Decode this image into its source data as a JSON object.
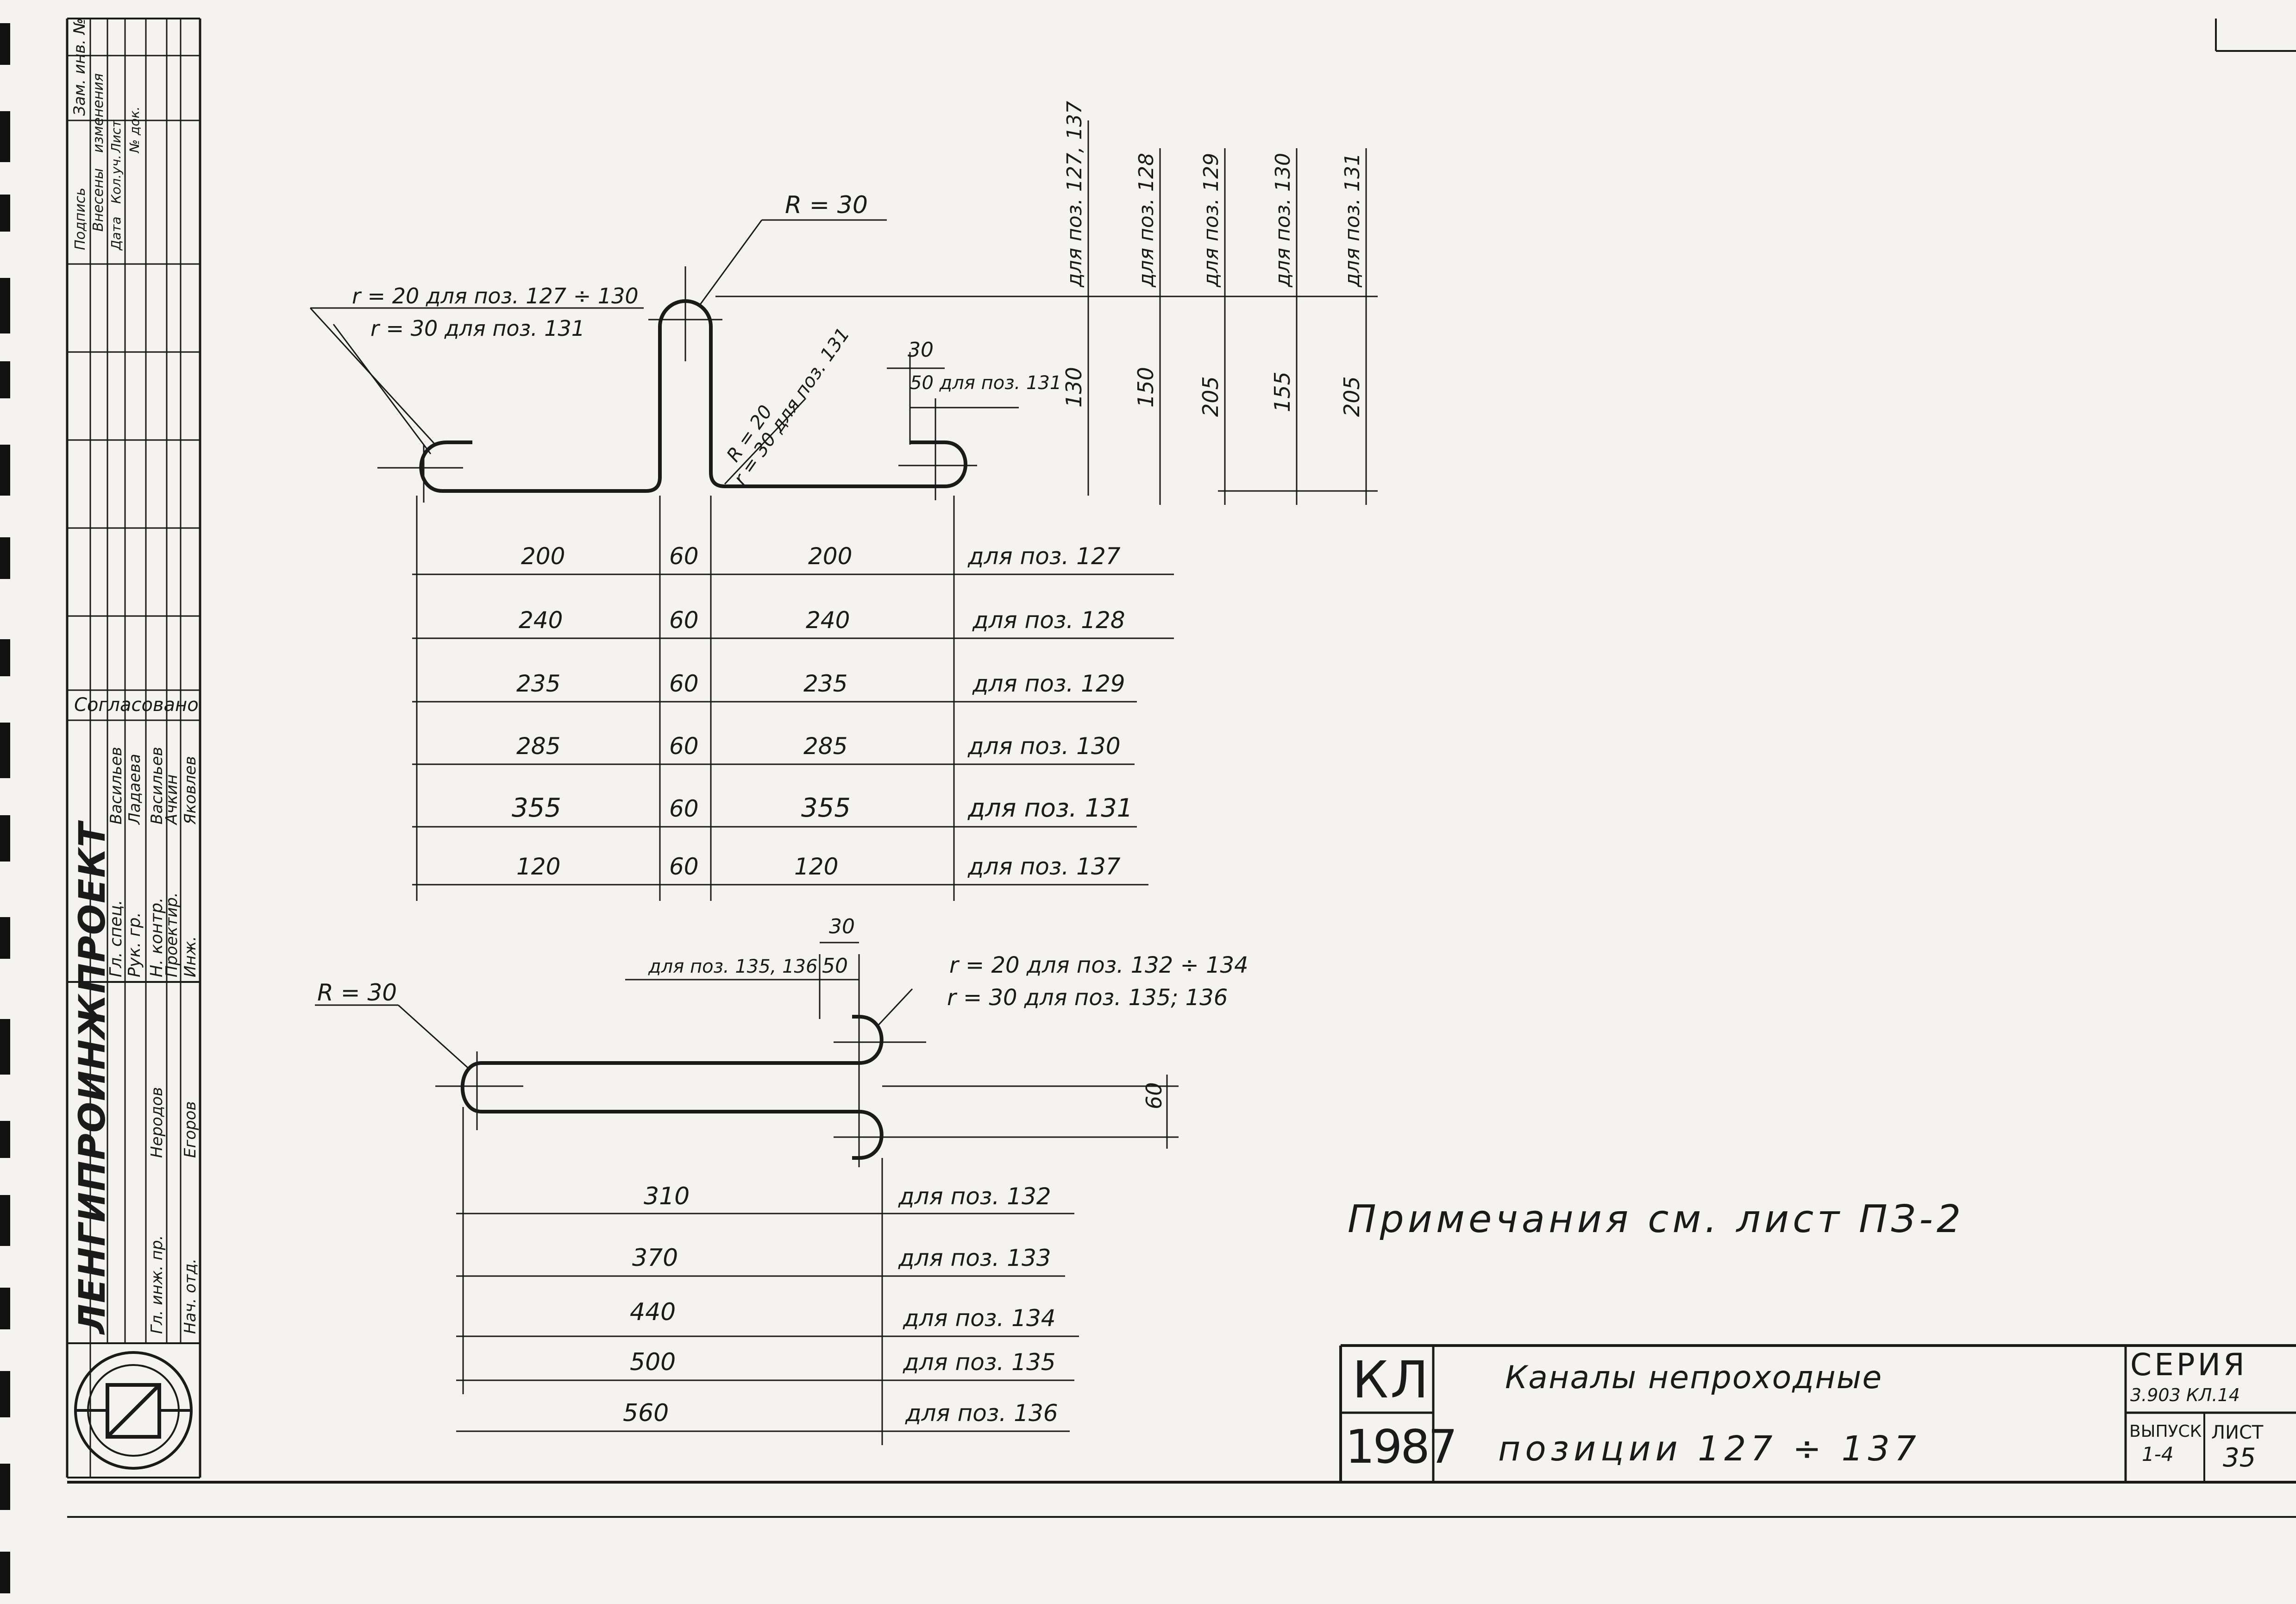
{
  "stamp": {
    "org": "ЛЕНГИПРОИНЖПРОЕКТ",
    "agreed_header": "Согласовано",
    "ref_label": "Зам. инв. №",
    "change_cols": [
      "Подпись",
      "Внесены",
      "изменения",
      "Дата",
      "Кол.уч.",
      "Лист",
      "№ док."
    ],
    "roles": [
      "Гл. спец.",
      "Рук. гр.",
      "Н. контр.",
      "Проектир.",
      "Инж.",
      "Гл. инж. пр.",
      "Нач. отд."
    ],
    "names": [
      "Васильев",
      "Ладаева",
      "Васильев",
      "Ачкин",
      "Яковлев",
      "Егоров",
      "Неродов"
    ]
  },
  "top_bend": {
    "labels": {
      "r_main": "R = 30",
      "r_small_1": "r = 20  для поз. 127 ÷ 130",
      "r_small_2": "r = 30  для поз. 131",
      "r_inner_1": "R = 20",
      "r_inner_2": "r = 30 для поз. 131",
      "hook_30": "30",
      "hook_50": "50 для поз. 131"
    },
    "heights": [
      {
        "pos": "для поз. 127, 137",
        "value": "130"
      },
      {
        "pos": "для поз. 128",
        "value": "150"
      },
      {
        "pos": "для поз. 129",
        "value": "205"
      },
      {
        "pos": "для поз. 130",
        "value": "155"
      },
      {
        "pos": "для поз. 131",
        "value": "205"
      }
    ],
    "rows": [
      {
        "a": "200",
        "b": "60",
        "c": "200",
        "pos": "для поз. 127"
      },
      {
        "a": "240",
        "b": "60",
        "c": "240",
        "pos": "для поз. 128"
      },
      {
        "a": "235",
        "b": "60",
        "c": "235",
        "pos": "для поз. 129"
      },
      {
        "a": "285",
        "b": "60",
        "c": "285",
        "pos": "для поз. 130"
      },
      {
        "a": "355",
        "b": "60",
        "c": "355",
        "pos": "для поз. 131"
      },
      {
        "a": "120",
        "b": "60",
        "c": "120",
        "pos": "для поз. 137"
      }
    ]
  },
  "bottom_bend": {
    "labels": {
      "r_main": "R = 30",
      "dim_30": "30",
      "dim_50": "50",
      "pos_50": "для поз. 135, 136",
      "r_small_1": "r = 20  для поз. 132 ÷ 134",
      "r_small_2": "r = 30  для поз. 135; 136",
      "height": "60"
    },
    "rows": [
      {
        "len": "310",
        "pos": "для поз. 132"
      },
      {
        "len": "370",
        "pos": "для поз. 133"
      },
      {
        "len": "440",
        "pos": "для поз. 134"
      },
      {
        "len": "500",
        "pos": "для поз. 135"
      },
      {
        "len": "560",
        "pos": "для поз. 136"
      }
    ]
  },
  "note": "Примечания  см.  лист  ПЗ-2",
  "title_block": {
    "code": "КЛ",
    "year": "1987",
    "title_1": "Каналы  непроходные",
    "title_2": "позиции   127 ÷ 137",
    "series_label": "СЕРИЯ",
    "series_value": "3.903   КЛ.14",
    "issue_label": "ВЫПУСК",
    "issue_value": "1-4",
    "sheet_label": "ЛИСТ",
    "sheet_value": "35"
  }
}
